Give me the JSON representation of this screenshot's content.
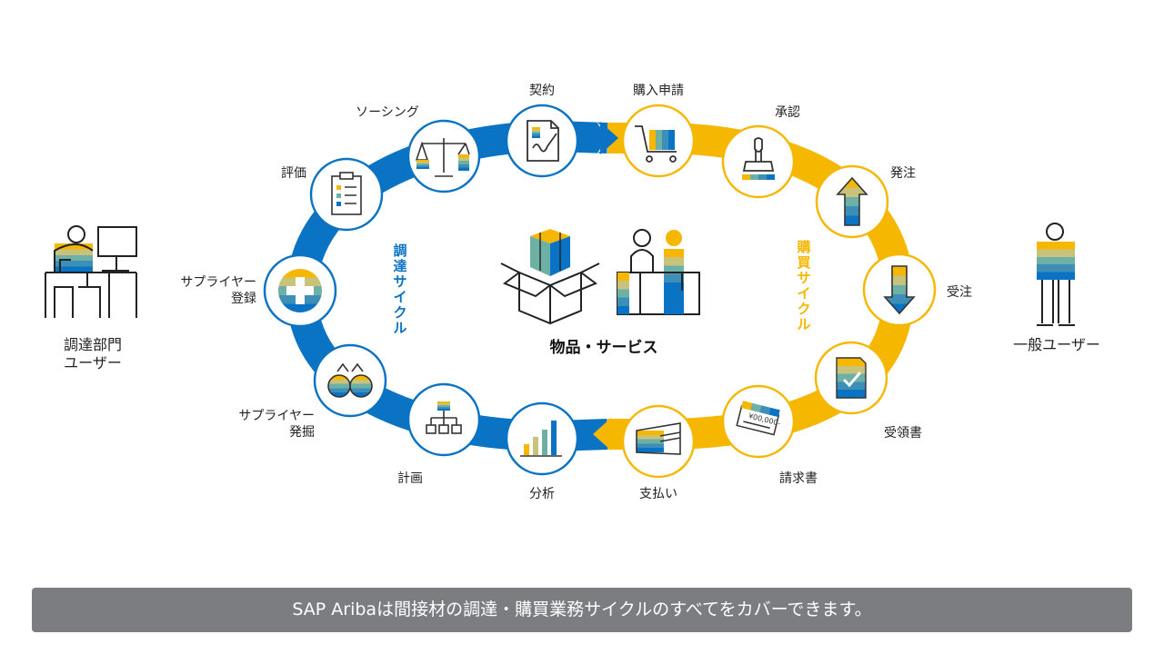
{
  "center": {
    "title": "物品・サービス"
  },
  "cycles": {
    "procurement": "調達サイクル",
    "purchasing": "購買サイクル"
  },
  "users": {
    "procurement_dept": [
      "調達部門",
      "ユーザー"
    ],
    "general": "一般ユーザー"
  },
  "steps": {
    "contract": "契約",
    "purchase_request": "購入申請",
    "approval": "承認",
    "order": "発注",
    "order_receipt": "受注",
    "receipt": "受領書",
    "invoice": "請求書",
    "payment": "支払い",
    "analysis": "分析",
    "plan": "計画",
    "supplier_discovery": [
      "サプライヤー",
      "発掘"
    ],
    "supplier_registration": [
      "サプライヤー",
      "登録"
    ],
    "evaluation": "評価",
    "sourcing": "ソーシング"
  },
  "invoice_amount": "¥00,000-",
  "caption": "SAP Aribaは間接材の調達・購買業務サイクルのすべてをカバーできます。",
  "colors": {
    "blue": "#0a73c3",
    "gold": "#f5b700",
    "teal": "#5aa5a0",
    "navy": "#13507f"
  }
}
